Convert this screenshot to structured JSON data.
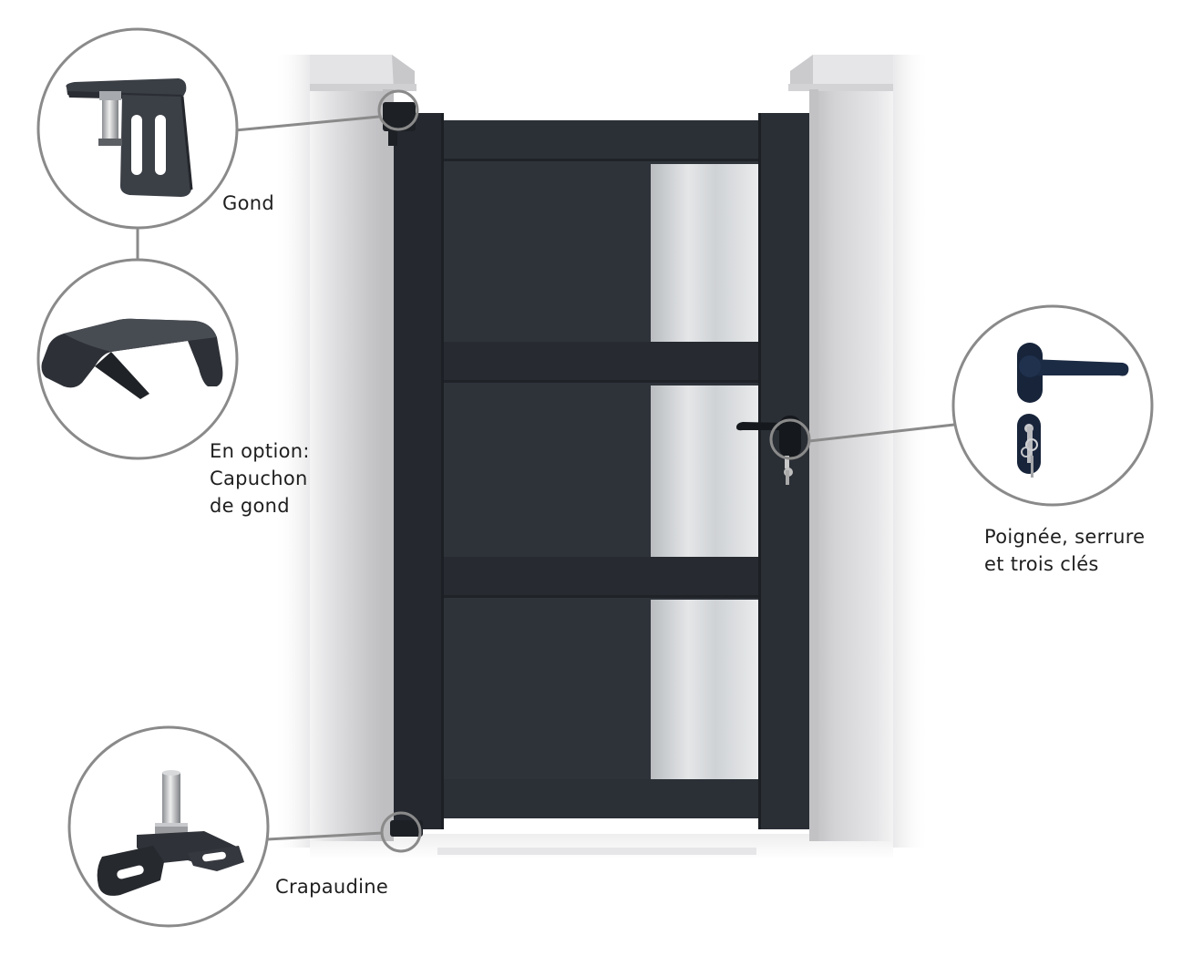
{
  "callouts": {
    "gond": {
      "label": "Gond"
    },
    "capuchon": {
      "lines": [
        "En option:",
        "Capuchon",
        "de gond"
      ]
    },
    "poignee": {
      "lines": [
        "Poignée, serrure",
        "et trois clés"
      ]
    },
    "crapaudine": {
      "label": "Crapaudine"
    }
  },
  "colors": {
    "gate_panel": "#2c3138",
    "gate_frame": "#23272d",
    "stainless_insert": "#d4d6d8",
    "pillar": "#d9d9db",
    "callout_ring": "#8a8a8a",
    "label_text": "#1f1f1f"
  },
  "icons": {
    "hinge": "hinge-icon",
    "hinge_cap": "hinge-cap-icon",
    "handle_lock": "handle-lock-icon",
    "pivot": "pivot-icon"
  }
}
